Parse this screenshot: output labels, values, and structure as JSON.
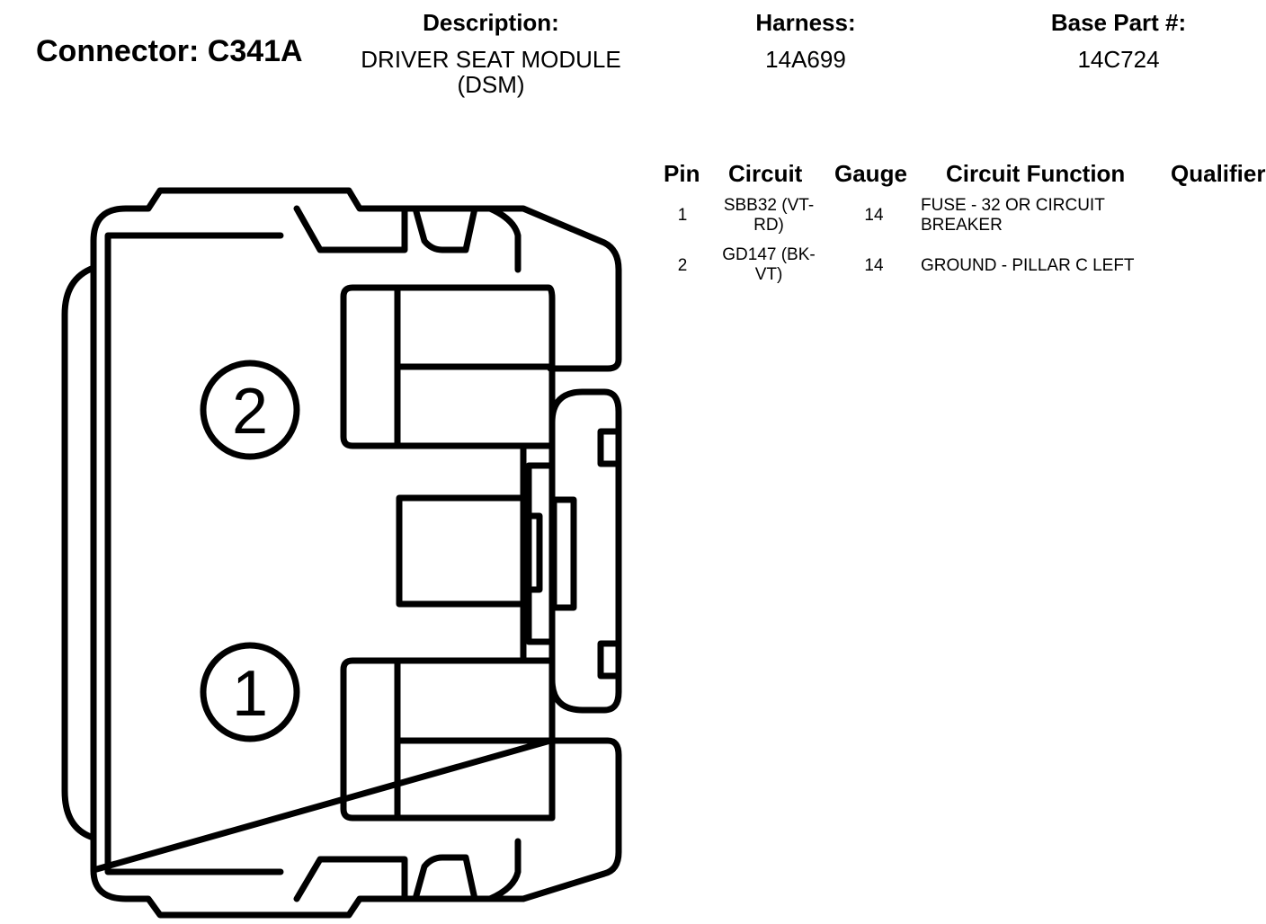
{
  "header": {
    "connector_title": "Connector: C341A",
    "description_label": "Description:",
    "description_line1": "DRIVER SEAT MODULE",
    "description_line2": "(DSM)",
    "harness_label": "Harness:",
    "harness_value": "14A699",
    "base_part_label": "Base Part #:",
    "base_part_value": "14C724"
  },
  "table": {
    "columns": {
      "pin": "Pin",
      "circuit": "Circuit",
      "gauge": "Gauge",
      "circuit_function": "Circuit Function",
      "qualifier": "Qualifier"
    },
    "rows": [
      {
        "pin": "1",
        "circuit_line1": "SBB32 (VT-",
        "circuit_line2": "RD)",
        "gauge": "14",
        "function_line1": "FUSE - 32 OR CIRCUIT",
        "function_line2": "BREAKER",
        "qualifier": ""
      },
      {
        "pin": "2",
        "circuit_line1": "GD147 (BK-",
        "circuit_line2": "VT)",
        "gauge": "14",
        "function_line1": "GROUND - PILLAR C LEFT",
        "function_line2": "",
        "qualifier": ""
      }
    ]
  },
  "diagram": {
    "pin_labels": [
      "2",
      "1"
    ]
  }
}
